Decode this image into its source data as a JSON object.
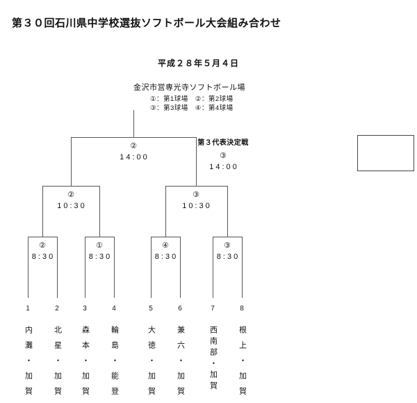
{
  "header": {
    "title": "第３０回石川県中学校選抜ソフトボール大会組み合わせ",
    "date": "平成２８年５月４日",
    "venue": "金沢市営専光寺ソフトボール場",
    "legend_line1": "①：第1球場　②：第2球場",
    "legend_line2": "③：第3球場　④：第4球場"
  },
  "bracket": {
    "final": {
      "field": "②",
      "time": "14:00"
    },
    "third_place": {
      "label": "第３代表決定戦",
      "field": "③",
      "time": "14:00"
    },
    "semifinals": [
      {
        "field": "②",
        "time": "10:30"
      },
      {
        "field": "③",
        "time": "10:30"
      }
    ],
    "quarterfinals": [
      {
        "field": "②",
        "time": "8:30"
      },
      {
        "field": "①",
        "time": "8:30"
      },
      {
        "field": "④",
        "time": "8:30"
      },
      {
        "field": "③",
        "time": "8:30"
      }
    ]
  },
  "teams": [
    {
      "seed": "1",
      "name": "内灘・加賀"
    },
    {
      "seed": "2",
      "name": "北星・加賀"
    },
    {
      "seed": "3",
      "name": "森本・加賀"
    },
    {
      "seed": "4",
      "name": "輪島・能登"
    },
    {
      "seed": "5",
      "name": "大徳・加賀"
    },
    {
      "seed": "6",
      "name": "兼六・加賀"
    },
    {
      "seed": "7",
      "name": "西南部・加賀"
    },
    {
      "seed": "8",
      "name": "根上・加賀"
    }
  ]
}
